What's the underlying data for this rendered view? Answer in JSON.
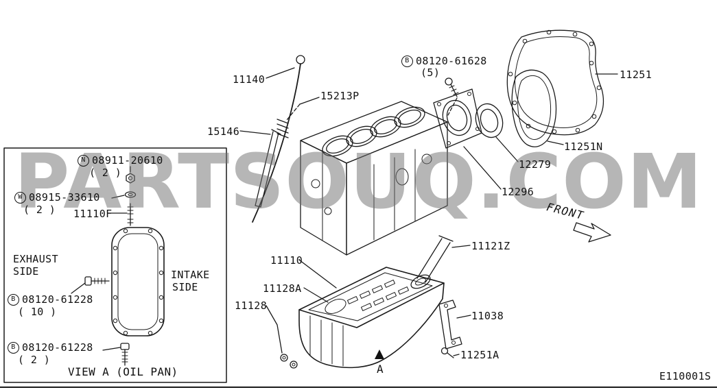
{
  "watermark": "PARTSOUQ.COM",
  "drawing_number": "E110001S",
  "front_label": "FRONT",
  "section_marker": "A",
  "callouts": {
    "dipstick": "11140",
    "guide": "15213P",
    "tube": "15146",
    "rear_plate": "11251",
    "side_cover": "11251N",
    "oil_seal": "12279",
    "seal_retainer": "12296",
    "oil_strainer": "11121Z",
    "oil_pan": "11110",
    "gasket_a": "11128A",
    "gasket": "11128",
    "bracket": "11038",
    "bolt": "11251A"
  },
  "bolt_callout": {
    "letter": "B",
    "part": "08120-61628",
    "qty": "(5)"
  },
  "view_a": {
    "caption": "VIEW A (OIL PAN)",
    "nut": {
      "letter": "N",
      "part": "08911-20610",
      "qty": "( 2 )"
    },
    "washer": {
      "letter": "W",
      "part": "08915-33610",
      "qty": "( 2 )"
    },
    "stud": "11110F",
    "exhaust_word": "EXHAUST",
    "exhaust_side": "SIDE",
    "intake_word": "INTAKE",
    "intake_side": "SIDE",
    "bolt_10": {
      "letter": "B",
      "part": "08120-61228",
      "qty": "( 10 )"
    },
    "bolt_2": {
      "letter": "B",
      "part": "08120-61228",
      "qty": "( 2 )"
    }
  }
}
